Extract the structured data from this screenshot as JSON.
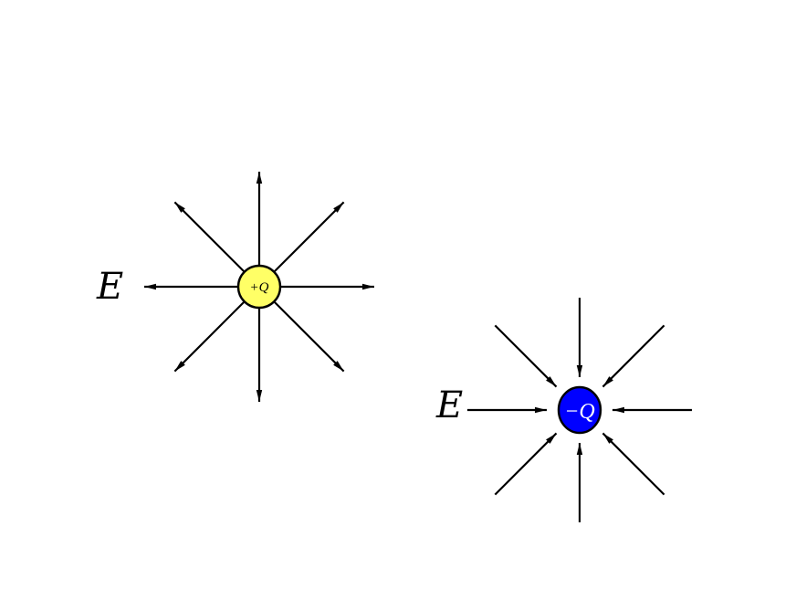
{
  "charges": [
    {
      "id": "positive",
      "label": "+Q",
      "fill_color": "#ffff66",
      "label_color": "#000000",
      "field_direction": "outward",
      "field_label": "E",
      "line_count": 8
    },
    {
      "id": "negative",
      "label": "−Q",
      "fill_color": "#0000ff",
      "label_color": "#ffffff",
      "field_direction": "inward",
      "field_label": "E",
      "line_count": 8
    }
  ]
}
